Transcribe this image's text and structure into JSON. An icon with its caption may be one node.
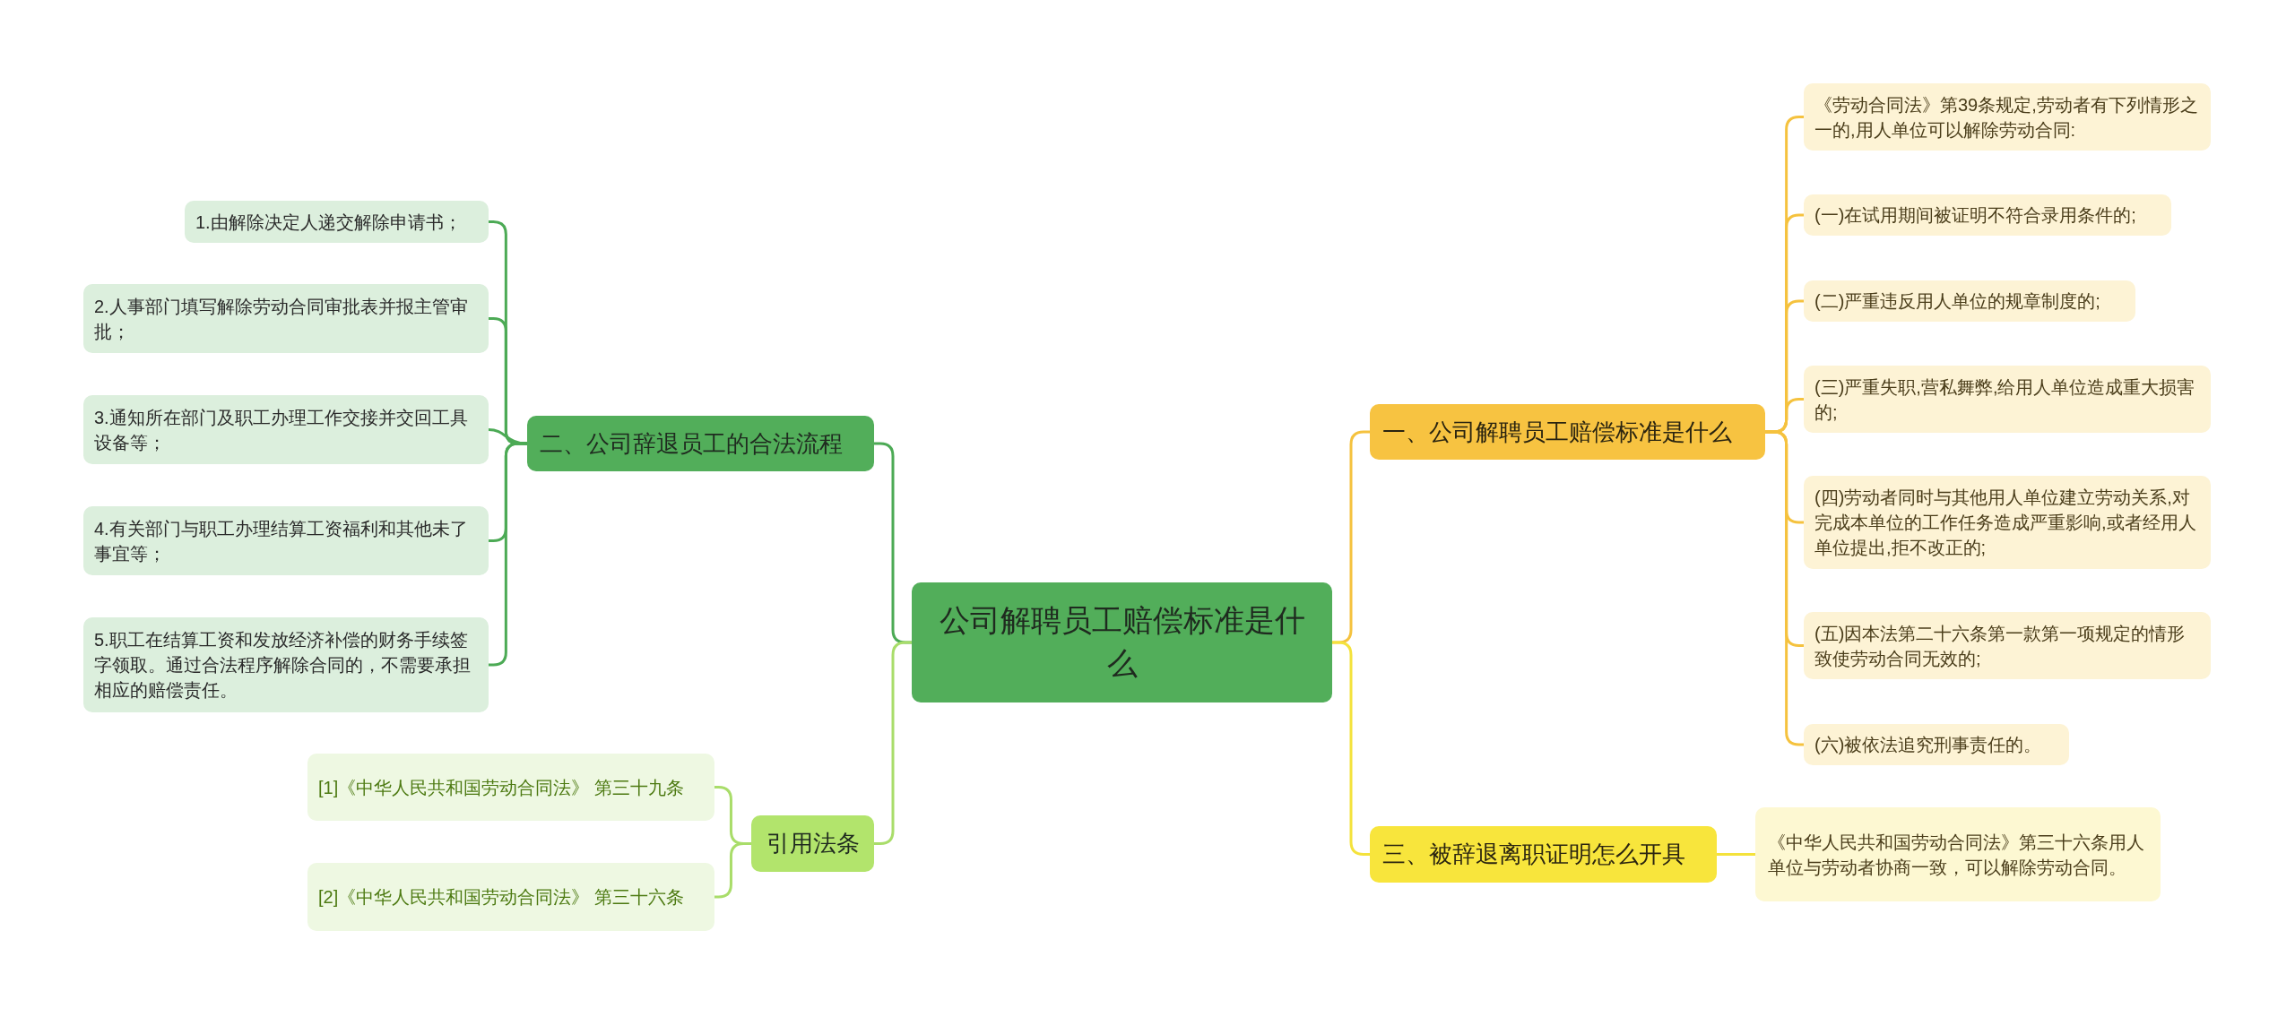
{
  "diagram": {
    "nodes": [
      {
        "text": [
          "公司解聘员工赔偿标准是什么"
        ]
      },
      {
        "text": [
          "一、公司解聘员工赔偿标准是什么"
        ]
      },
      {
        "text": [
          "《劳动合同法》第39条规定,劳动者有下列情形之一的,用人单位可以解除劳动合同:"
        ]
      },
      {
        "text": [
          "(一)在试用期间被证明不符合录用条件的;"
        ]
      },
      {
        "text": [
          "(二)严重违反用人单位的规章制度的;"
        ]
      },
      {
        "text": [
          "(三)严重失职,营私舞弊,给用人单位造成重大损害的;"
        ]
      },
      {
        "text": [
          "(四)劳动者同时与其他用人单位建立劳动关系,对完成本单位的工作任务造成严重影响,或者经用人单位提出,拒不改正的;"
        ]
      },
      {
        "text": [
          "(五)因本法第二十六条第一款第一项规定的情形致使劳动合同无效的;"
        ]
      },
      {
        "text": [
          "(六)被依法追究刑事责任的。"
        ]
      },
      {
        "text": [
          "三、被辞退离职证明怎么开具"
        ]
      },
      {
        "text": [
          "《中华人民共和国劳动合同法》第三十六条用人单位与劳动者协商一致，可以解除劳动合同。"
        ]
      },
      {
        "text": [
          "二、公司辞退员工的合法流程"
        ]
      },
      {
        "text": [
          "1.由解除决定人递交解除申请书；"
        ]
      },
      {
        "text": [
          "2.人事部门填写解除劳动合同审批表并报主管审批；"
        ]
      },
      {
        "text": [
          "3.通知所在部门及职工办理工作交接并交回工具设备等；"
        ]
      },
      {
        "text": [
          "4.有关部门与职工办理结算工资福利和其他未了事宜等；"
        ]
      },
      {
        "text": [
          "5.职工在结算工资和发放经济补偿的财务手续签字领取。通过合法程序解除合同的，不需要承担相应的赔偿责任。"
        ]
      },
      {
        "text": [
          "引用法条"
        ]
      },
      {
        "text": [
          "[1]《中华人民共和国劳动合同法》 第三十九条"
        ]
      },
      {
        "text": [
          "[2]《中华人民共和国劳动合同法》 第三十六条"
        ]
      }
    ],
    "edges": [
      {
        "from": 0,
        "to": 1,
        "arrow": "none",
        "color": "#f5c23e"
      },
      {
        "from": 1,
        "to": 2,
        "arrow": "none",
        "color": "#f5c23e"
      },
      {
        "from": 1,
        "to": 3,
        "arrow": "none",
        "color": "#f5c23e"
      },
      {
        "from": 1,
        "to": 4,
        "arrow": "none",
        "color": "#f5c23e"
      },
      {
        "from": 1,
        "to": 5,
        "arrow": "none",
        "color": "#f5c23e"
      },
      {
        "from": 1,
        "to": 6,
        "arrow": "none",
        "color": "#f5c23e"
      },
      {
        "from": 1,
        "to": 7,
        "arrow": "none",
        "color": "#f5c23e"
      },
      {
        "from": 1,
        "to": 8,
        "arrow": "none",
        "color": "#f5c23e"
      },
      {
        "from": 0,
        "to": 9,
        "arrow": "none",
        "color": "#f4e23c"
      },
      {
        "from": 9,
        "to": 10,
        "arrow": "none",
        "color": "#f4e23c"
      },
      {
        "from": 0,
        "to": 11,
        "arrow": "none",
        "color": "#4caa55"
      },
      {
        "from": 11,
        "to": 12,
        "arrow": "none",
        "color": "#4caa55"
      },
      {
        "from": 11,
        "to": 13,
        "arrow": "none",
        "color": "#4caa55"
      },
      {
        "from": 11,
        "to": 14,
        "arrow": "none",
        "color": "#4caa55"
      },
      {
        "from": 11,
        "to": 15,
        "arrow": "none",
        "color": "#4caa55"
      },
      {
        "from": 11,
        "to": 16,
        "arrow": "none",
        "color": "#4caa55"
      },
      {
        "from": 0,
        "to": 17,
        "arrow": "none",
        "color": "#a9dd6a"
      },
      {
        "from": 17,
        "to": 18,
        "arrow": "none",
        "color": "#a9dd6a"
      },
      {
        "from": 17,
        "to": 19,
        "arrow": "none",
        "color": "#a9dd6a"
      }
    ]
  }
}
